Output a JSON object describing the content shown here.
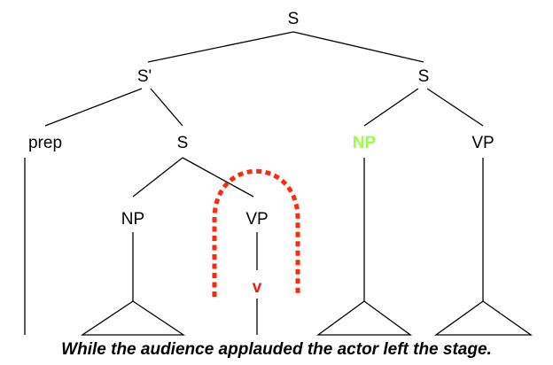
{
  "tree": {
    "root_label": "S",
    "s_prime_label": "S'",
    "main_s_label": "S",
    "prep_label": "prep",
    "sub_s_label": "S",
    "main_np_label": "NP",
    "main_vp_label": "VP",
    "sub_np_label": "NP",
    "sub_vp_label": "VP",
    "verb_label": "v"
  },
  "sentence": "While the audience applauded the actor left the stage.",
  "colors": {
    "highlight_np": "#99ff44",
    "verb": "#ee1c1c",
    "boundary_arc": "#ff2a0a"
  }
}
